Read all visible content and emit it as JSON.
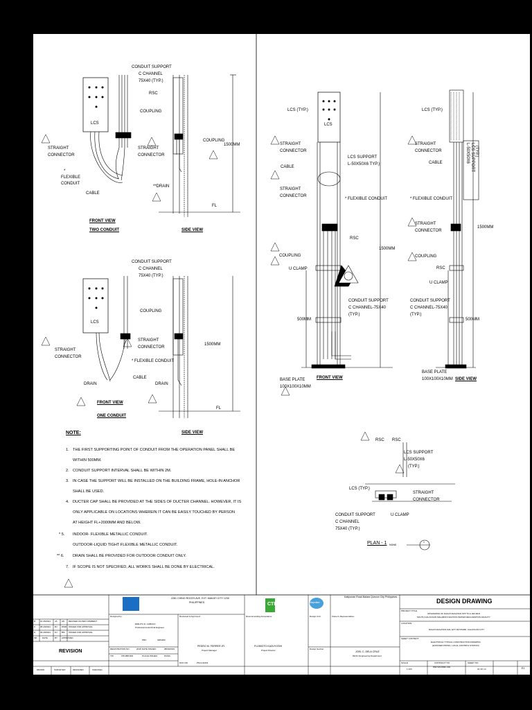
{
  "labels": {
    "conduit_support_c": "CONDUIT SUPPORT",
    "c_channel": "C CHANNEL",
    "c_size": "75X40 (TYP.)",
    "rsc": "RSC",
    "coupling": "COUPLING",
    "coupling_caps": "COUPLING",
    "lcs": "LCS",
    "straight": "STRAIGHT",
    "connector": "CONNECTOR",
    "flexible": "FLEXIBLE",
    "conduit": "CONDUIT",
    "flexible_conduit": "FLEXIBLE CONDUIT",
    "star": "*",
    "star_flexible_conduit": "* FLEXIBLE CONDUIT",
    "cable": "CABLE",
    "drain": "DRAIN",
    "drain_star": "**DRAIN",
    "dim_1500": "1500MM",
    "dim_500": "500MM",
    "fl": "FL",
    "front_view": "FRONT VIEW",
    "two_conduit": "TWO CONDUIT",
    "one_conduit": "ONE CONDUIT",
    "side_view": "SIDE VIEW",
    "lcs_typ": "LCS (TYP.)",
    "lcs_support": "LCS SUPPORT",
    "l_size": "L-50X50X6 TYP.)",
    "l_size2": "L-50X50X6",
    "typ": "(TYP.)",
    "u_clamp": "U CLAMP",
    "cs_channel": "C CHANNEL-75X40",
    "base_plate": "BASE PLATE",
    "base_size": "100X100X10MM",
    "base_size2": "100X100X10MM",
    "lcs_support_vert1": "LCS SUPPORT",
    "lcs_support_vert2": "L-50X50X6",
    "lcs_support_vert3": "(TYP.)",
    "plan": "PLAN - 1",
    "scale_note": "NONE",
    "conduit_support_c_channel": "C CHANNEL",
    "bubble_b1": "B1",
    "ref_1": "1"
  },
  "notes": {
    "title": "NOTE:",
    "items": [
      {
        "num": "1.",
        "lines": [
          "THE FIRST SUPPORTING POINT OF CONDUIT FROM THE OPERATION PANEL SHALL BE",
          "WITHIN 500MM."
        ]
      },
      {
        "num": "2.",
        "lines": [
          "CONDUIT SUPPORT INTERVAL SHALL BE WITHIN 2M."
        ]
      },
      {
        "num": "3.",
        "lines": [
          "IN CASE THE SUPPORT WILL BE INSTALLED ON THE BUILDING FRAME, HOLE-IN ANCHOR",
          "SHALL BE USED."
        ]
      },
      {
        "num": "4.",
        "lines": [
          "DUCTER CAP SHALL BE PROVIDED AT THE SIDES OF DUCTER CHANNEL. HOWEVER, IT IS",
          "ONLY APPLICABLE ON LOCATIONS WHEREIN IT CAN BE EASILY TOUCHED BY PERSON",
          "AT HEIGHT FL+2000MM AND BELOW."
        ]
      },
      {
        "num": "* 5.",
        "lines": [
          "INDOOR- FLEXIBLE METALLIC CONDUIT.",
          "OUTDOOR-LIQUID TIGHT FLEXIBLE METALLIC CONDUIT."
        ]
      },
      {
        "num": "** 6.",
        "lines": [
          "DRAIN SHALL BE PROVIDED FOR OUTDOOR CONDUIT ONLY."
        ]
      },
      {
        "num": "7.",
        "lines": [
          "IF SCOPE IS NOT SPECIFIED, ALL WORKS SHALL BE DONE BY ELECTRICAL."
        ]
      }
    ]
  },
  "title_block": {
    "design_drawing": "DESIGN DRAWING",
    "address": "2281 CHINO ROCES AVE. EXT. MAKATI CITY 1230",
    "country": "PHILIPPINES",
    "logo_a": "CTI",
    "logo_b": "Maynilad",
    "owner_address": "Katipunan Road Balara Quezon City Philippines",
    "project_title_label": "PROJECT TITLE:",
    "project_title_1": "UPGRADING OF DAGAT-DAGATAN STP TO A 200-MLD",
    "project_title_2": "SOUTH CALOOCAN MALABON NAVOTAS WATER RECLAMATION FACILITY",
    "location_label": "LOCATION:",
    "location": "DAGAT-DAGATAN AVE. EXT. BAYPARD, CALOOCAN CITY",
    "sheet_content_label": "SHEET CONTENT:",
    "sheet_content_1": "ELECTRICAL TYPICAL CONSTRUCTION DRAWING",
    "sheet_content_2": "(EXPOSED PIPING, LOCAL CONTROL STATION)",
    "designed_by": "Designed by:",
    "designer": "EMILITO D. CABUCO",
    "designer_title": "Professional electrical Engineer",
    "prc": "PRC:",
    "prc_no": "0284182",
    "reg_no_label": "REGISTRATION NO.",
    "reg_no": "2018",
    "date_issued_label": "DATE ISSUED:",
    "date_issued": "08/09/2019",
    "tin_label": "TIN",
    "tin": "155-888-509",
    "place_issued_label": "PLACE ISSUED:",
    "place_issued": "PASIG",
    "reviewed_label": "Reviewed & Approved:",
    "reviewer": "PEDRO M. FERRER JR.",
    "reviewer_title": "Project Manager",
    "doc_no_label": "DOC NO.",
    "doc_no": "PM-4-01201",
    "recommending_label": "Recommending Acceptance:",
    "recommender": "FUJIMOTO KAZUYOSHI",
    "recommender_title": "Project Director",
    "design_unit_label": "Design Unit:",
    "design_section_label": "Design Section:",
    "owner_rep_label": "Owner's Representative:",
    "owner_rep": "JOEL C. DELA CRUZ",
    "owner_rep_title": "MLNC Engineering Department",
    "scale_label": "SCALE",
    "scale": "1:100",
    "contract_label": "CONTRACT NO.",
    "contract": "MW-SW-MWF-002",
    "sheet_no_label": "SHEET NO.",
    "sheet_no": "01 OF 14",
    "code": "E1",
    "revision": "REVISION",
    "rev_rows": [
      [
        "D",
        "09 20/2021",
        "DJ",
        "BM",
        "ISSUED FOR APPROVAL"
      ],
      [
        "C",
        "08 20/2021",
        "BJ",
        "DMM",
        "ISSUED FOR APPROVAL"
      ],
      [
        "B",
        "01 05/2021",
        "JA",
        "AN",
        "REVISED AS PER COMMENT"
      ]
    ],
    "rev_header": [
      "MK",
      "DATE",
      "BY",
      "APPROVED",
      ""
    ],
    "footer": [
      "DRAWN",
      "SURVEYED",
      "DESIGNED",
      "CHECKED"
    ]
  }
}
